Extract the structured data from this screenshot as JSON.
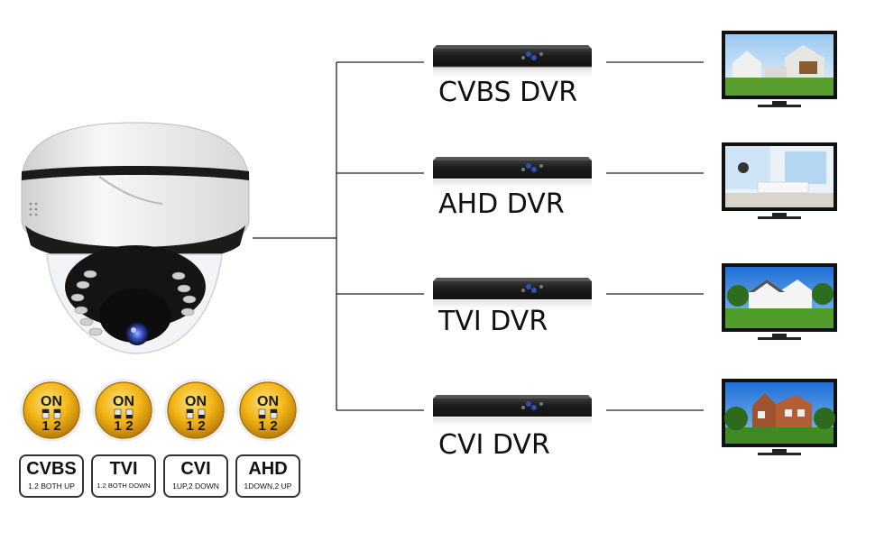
{
  "dvrs": [
    {
      "label": "CVBS DVR",
      "scene": "modern-house"
    },
    {
      "label": "AHD DVR",
      "scene": "living-room"
    },
    {
      "label": "TVI DVR",
      "scene": "house-lawn"
    },
    {
      "label": "CVI DVR",
      "scene": "brick-house"
    }
  ],
  "switch": {
    "on": "ON",
    "pos1": "1",
    "pos2": "2"
  },
  "modes": [
    {
      "name": "CVBS",
      "desc": "1.2 BOTH UP"
    },
    {
      "name": "TVI",
      "desc": "1.2 BOTH DOWN"
    },
    {
      "name": "CVI",
      "desc": "1UP,2 DOWN"
    },
    {
      "name": "AHD",
      "desc": "1DOWN,2 UP"
    }
  ],
  "colors": {
    "badge_gold": "#f2b417",
    "badge_dark": "#b97c0c",
    "camera_body": "#ececec",
    "camera_black": "#1a1a1a",
    "ir_led": "#c9c9c9",
    "lens_blue": "#3b55c8",
    "dvr_body": "#1e1e1e",
    "tv_frame": "#111111"
  },
  "icons": {
    "camera": "dome-camera-icon",
    "dvr": "dvr-recorder-icon",
    "tv": "tv-monitor-icon",
    "switch": "dip-switch-icon"
  }
}
